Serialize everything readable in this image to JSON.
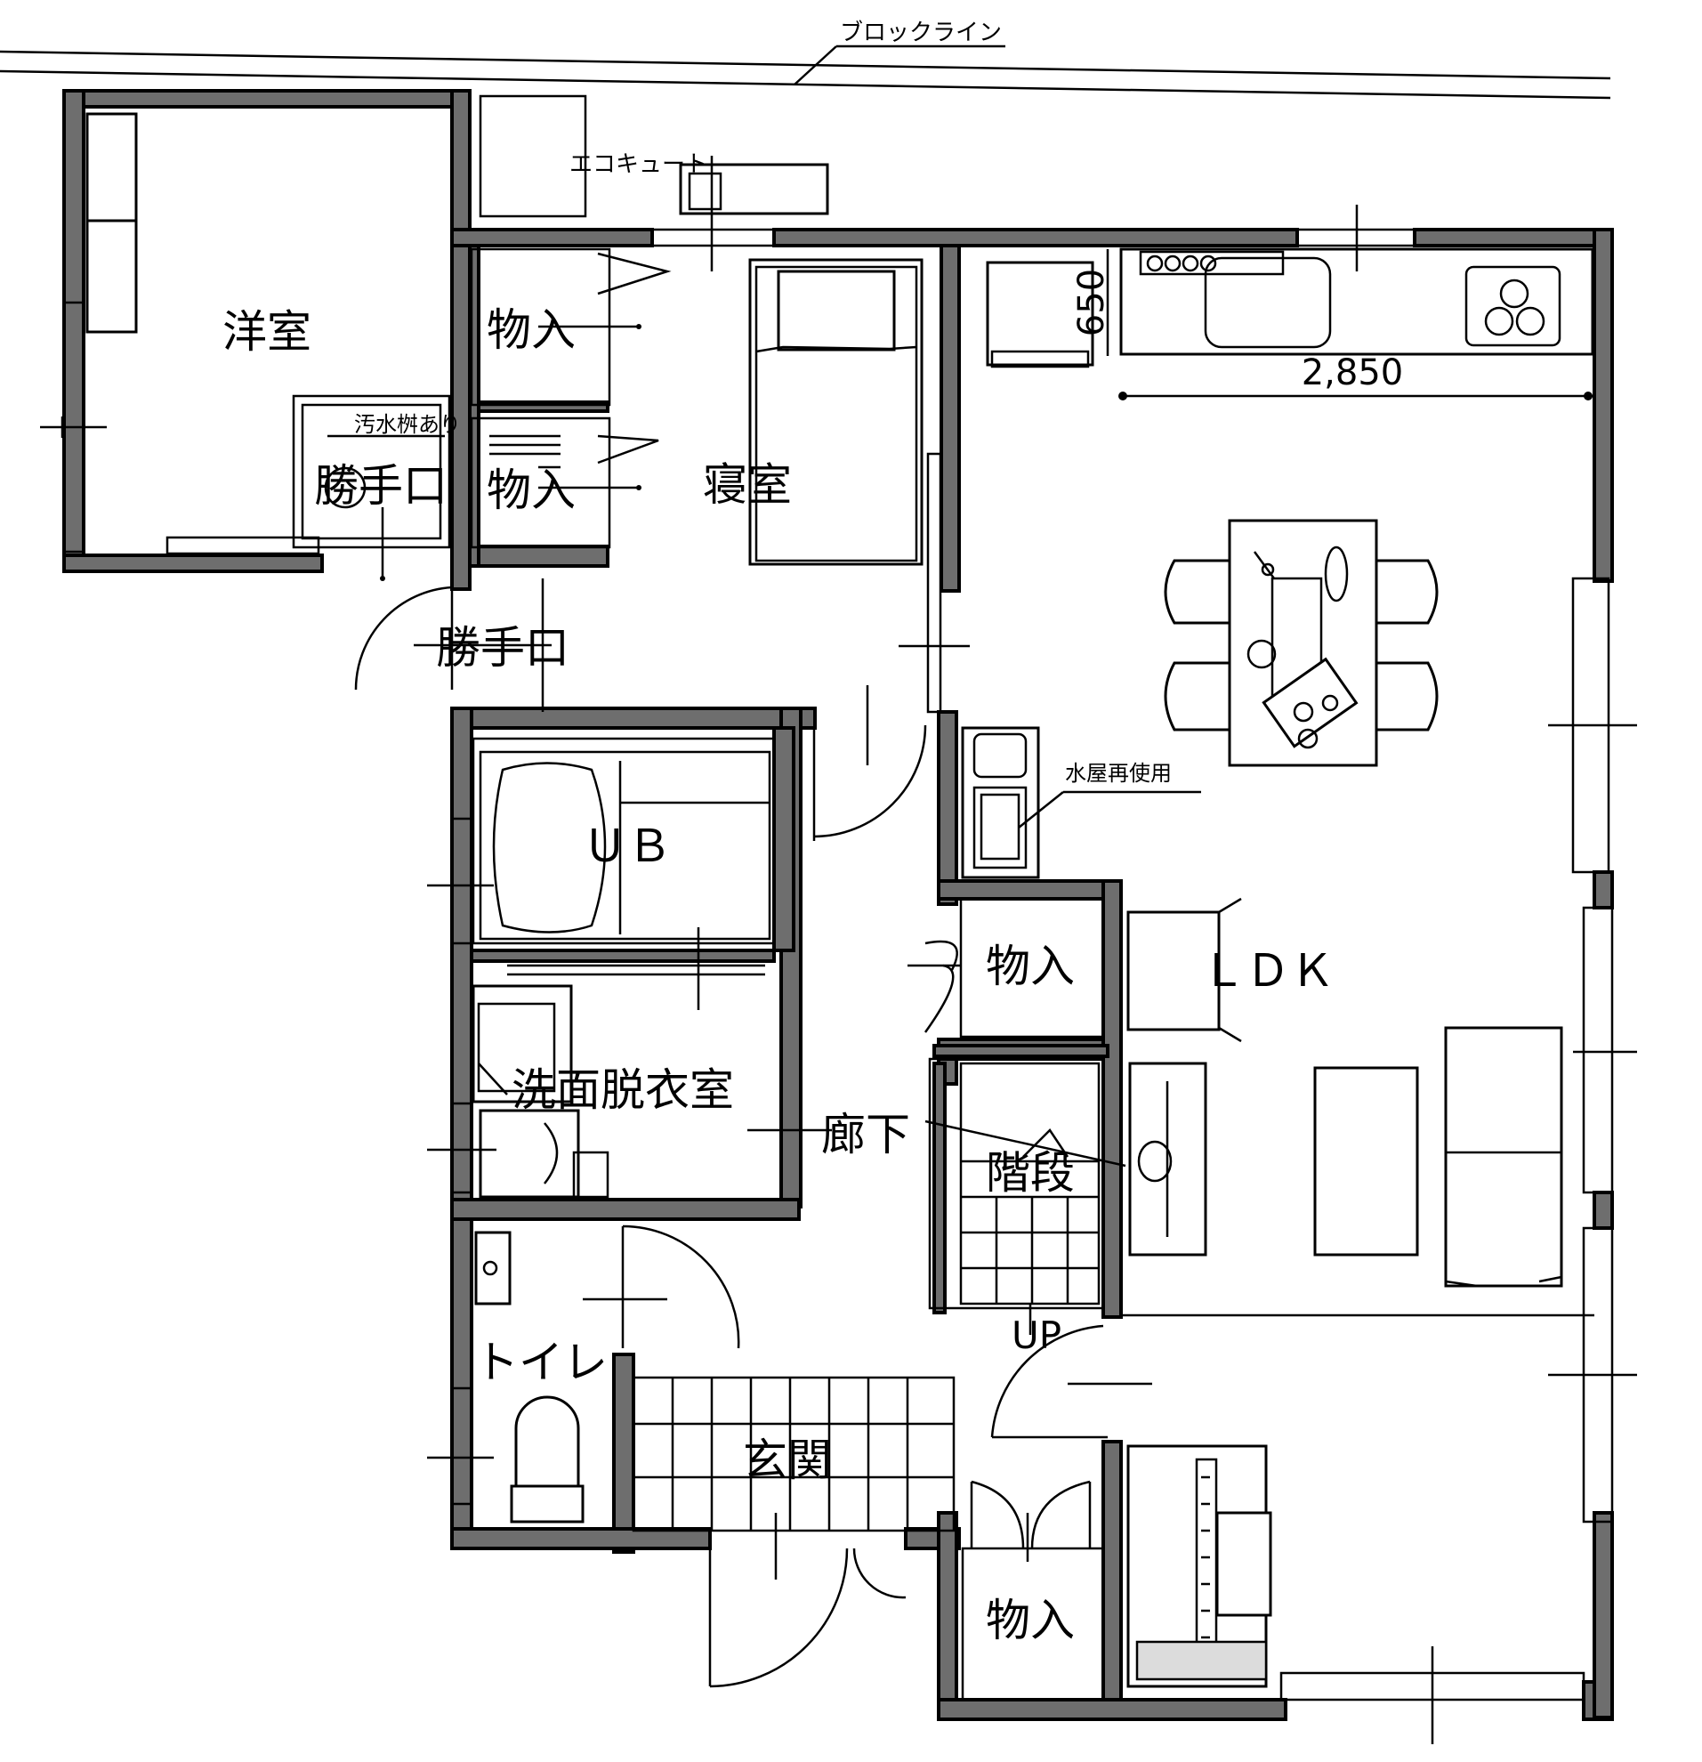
{
  "annotations": {
    "block_line": "ブロックライン",
    "eco_cute": "エコキュート",
    "sewage_basin": "汚水桝あり",
    "reuse_water": "水屋再使用",
    "stairs_up": "UP"
  },
  "dimensions": {
    "kitchen_length": "2,850",
    "fridge_depth": "650"
  },
  "rooms": {
    "western_room": "洋室",
    "back_door_outer": "勝手口",
    "back_door_inner": "勝手口",
    "storage_1": "物入",
    "storage_2": "物入",
    "storage_3": "物入",
    "storage_4": "物入",
    "bedroom": "寝室",
    "unit_bath": "ＵＢ",
    "washroom": "洗面脱衣室",
    "corridor": "廊下",
    "stairs": "階段",
    "toilet": "トイレ",
    "entrance": "玄関",
    "ldk": "ＬＤＫ"
  }
}
